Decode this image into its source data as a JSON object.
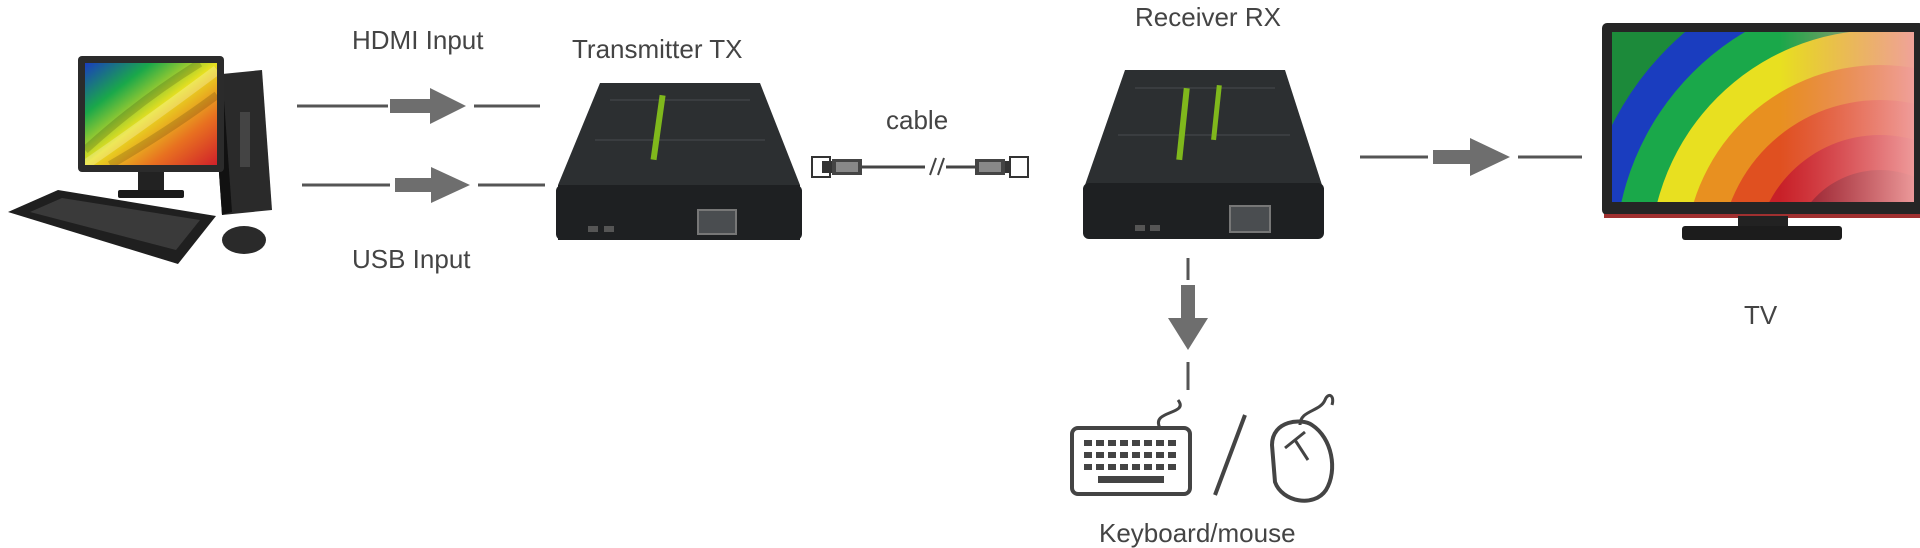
{
  "labels": {
    "hdmi_input": "HDMI Input",
    "usb_input": "USB Input",
    "transmitter": "Transmitter TX",
    "receiver": "Receiver RX",
    "cable": "cable",
    "tv": "TV",
    "keyboard_mouse": "Keyboard/mouse"
  },
  "colors": {
    "line": "#555555",
    "arrow": "#6e6e6e",
    "device_body": "#1e2022",
    "device_top": "#2c2f31",
    "device_accent": "#7fb81c",
    "text": "#444444"
  }
}
